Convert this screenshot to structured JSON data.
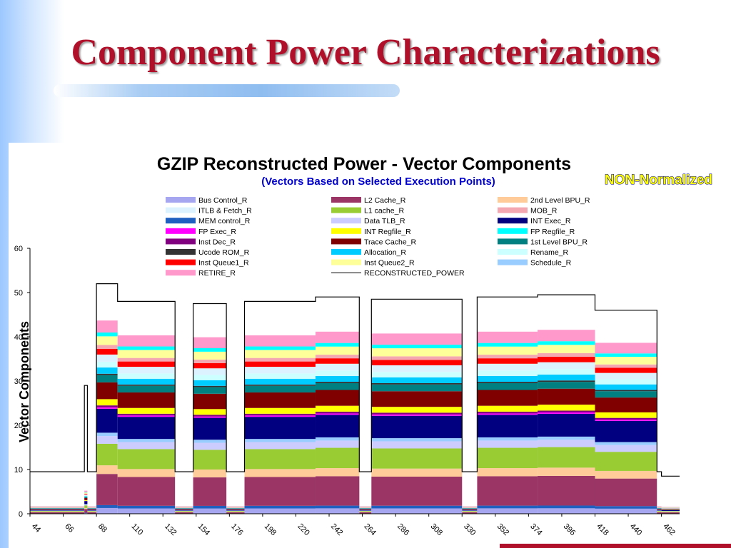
{
  "slide": {
    "title": "Component Power Characterizations"
  },
  "chart_data": {
    "type": "area",
    "title": "GZIP Reconstructed Power - Vector Components",
    "subtitle": "(Vectors Based on Selected Execution Points)",
    "badge": "NON-Normalized",
    "ylabel": "Vector Components",
    "xlabel": "",
    "ylim": [
      0,
      60
    ],
    "yticks": [
      0,
      10,
      20,
      30,
      40,
      50,
      60
    ],
    "xticks": [
      44,
      66,
      88,
      110,
      132,
      154,
      176,
      198,
      220,
      242,
      264,
      286,
      308,
      330,
      352,
      374,
      396,
      418,
      440,
      462
    ],
    "xlim": [
      44,
      474
    ],
    "grid": false,
    "legend_position": "top",
    "series": [
      {
        "name": "Bus Control_R",
        "color": "#a6a6f0"
      },
      {
        "name": "L2 Cache_R",
        "color": "#9a3565"
      },
      {
        "name": "2nd Level BPU_R",
        "color": "#ffcc99"
      },
      {
        "name": "ITLB & Fetch_R",
        "color": "#ddf2ff"
      },
      {
        "name": "L1 cache_R",
        "color": "#99cc33"
      },
      {
        "name": "MOB_R",
        "color": "#f4a7b0"
      },
      {
        "name": "MEM control_R",
        "color": "#1f5fbf"
      },
      {
        "name": "Data TLB_R",
        "color": "#ccccff"
      },
      {
        "name": "INT Exec_R",
        "color": "#000080"
      },
      {
        "name": "FP Exec_R",
        "color": "#ff00ff"
      },
      {
        "name": "INT Regfile_R",
        "color": "#ffff00"
      },
      {
        "name": "FP Regfile_R",
        "color": "#00ffff"
      },
      {
        "name": "Inst Dec_R",
        "color": "#800080"
      },
      {
        "name": "Trace Cache_R",
        "color": "#800000"
      },
      {
        "name": "1st Level BPU_R",
        "color": "#008080"
      },
      {
        "name": "Ucode ROM_R",
        "color": "#333333"
      },
      {
        "name": "Allocation_R",
        "color": "#00ccff"
      },
      {
        "name": "Rename_R",
        "color": "#ccffff"
      },
      {
        "name": "Inst Queue1_R",
        "color": "#ff0000"
      },
      {
        "name": "Inst Queue2_R",
        "color": "#ffff99"
      },
      {
        "name": "Schedule_R",
        "color": "#99ccff"
      },
      {
        "name": "RETIRE_R",
        "color": "#ff99cc"
      },
      {
        "name": "RECONSTRUCTED_POWER",
        "color": "#000000",
        "style": "line"
      }
    ],
    "segments": [
      {
        "x": [
          44,
          80
        ],
        "total": 9.5,
        "level": "idle"
      },
      {
        "x": [
          80,
          82
        ],
        "total": 29.0,
        "level": "spike"
      },
      {
        "x": [
          82,
          88
        ],
        "total": 9.5,
        "level": "idle"
      },
      {
        "x": [
          88,
          102
        ],
        "total": 52.0,
        "level": "high"
      },
      {
        "x": [
          102,
          140
        ],
        "total": 48.0,
        "level": "high"
      },
      {
        "x": [
          140,
          152
        ],
        "total": 9.5,
        "level": "idle"
      },
      {
        "x": [
          152,
          174
        ],
        "total": 47.5,
        "level": "high"
      },
      {
        "x": [
          174,
          186
        ],
        "total": 9.5,
        "level": "idle"
      },
      {
        "x": [
          186,
          233
        ],
        "total": 48.0,
        "level": "high"
      },
      {
        "x": [
          233,
          262
        ],
        "total": 49.0,
        "level": "high"
      },
      {
        "x": [
          262,
          270
        ],
        "total": 9.5,
        "level": "idle"
      },
      {
        "x": [
          270,
          330
        ],
        "total": 48.5,
        "level": "high"
      },
      {
        "x": [
          330,
          340
        ],
        "total": 9.5,
        "level": "idle"
      },
      {
        "x": [
          340,
          380
        ],
        "total": 49.0,
        "level": "high"
      },
      {
        "x": [
          380,
          418
        ],
        "total": 49.5,
        "level": "high"
      },
      {
        "x": [
          418,
          459
        ],
        "total": 46.0,
        "level": "high"
      },
      {
        "x": [
          459,
          462
        ],
        "total": 9.5,
        "level": "idle"
      },
      {
        "x": [
          462,
          474
        ],
        "total": 8.5,
        "level": "idle"
      }
    ]
  }
}
